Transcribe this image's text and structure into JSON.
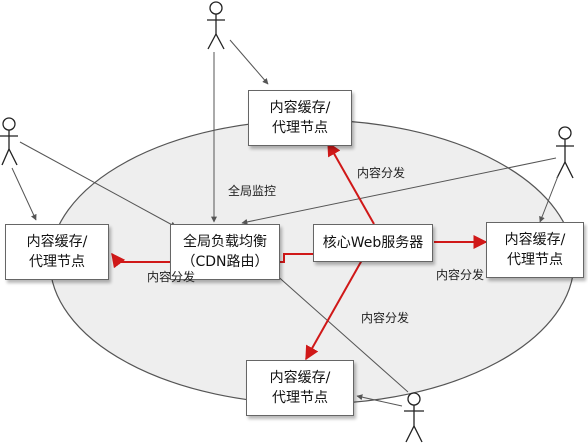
{
  "nodes": {
    "top_cache": {
      "line1": "内容缓存/",
      "line2": "代理节点"
    },
    "left_cache": {
      "line1": "内容缓存/",
      "line2": "代理节点"
    },
    "gslb": {
      "line1": "全局负载均衡",
      "line2": "（CDN路由）"
    },
    "core": {
      "line1": "核心Web服务器"
    },
    "right_cache": {
      "line1": "内容缓存/",
      "line2": "代理节点"
    },
    "bottom_cache": {
      "line1": "内容缓存/",
      "line2": "代理节点"
    }
  },
  "edge_labels": {
    "to_top": "内容分发",
    "monitor": "全局监控",
    "to_right": "内容分发",
    "to_left": "内容分发",
    "to_bottom": "内容分发"
  },
  "colors": {
    "distribution": "#d01818",
    "connector": "#555555",
    "ellipse_fill": "#eeeeee",
    "ellipse_stroke": "#555555"
  }
}
